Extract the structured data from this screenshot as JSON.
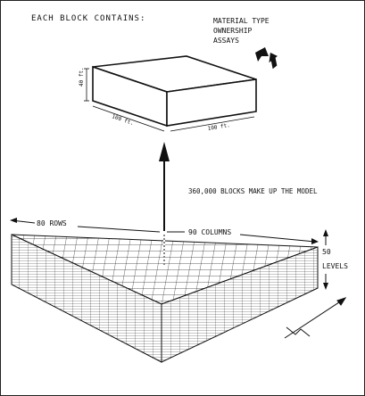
{
  "header": {
    "title": "EACH BLOCK CONTAINS:"
  },
  "block_contents": [
    "MATERIAL TYPE",
    "OWNERSHIP",
    "ASSAYS"
  ],
  "block_dims": {
    "height": "40 ft.",
    "width": "100 ft.",
    "depth": "100 ft."
  },
  "model": {
    "caption": "360,000 BLOCKS MAKE UP THE MODEL",
    "rows_label": "80  ROWS",
    "columns_label": "90  COLUMNS",
    "levels_number": "50",
    "levels_word": "LEVELS"
  }
}
